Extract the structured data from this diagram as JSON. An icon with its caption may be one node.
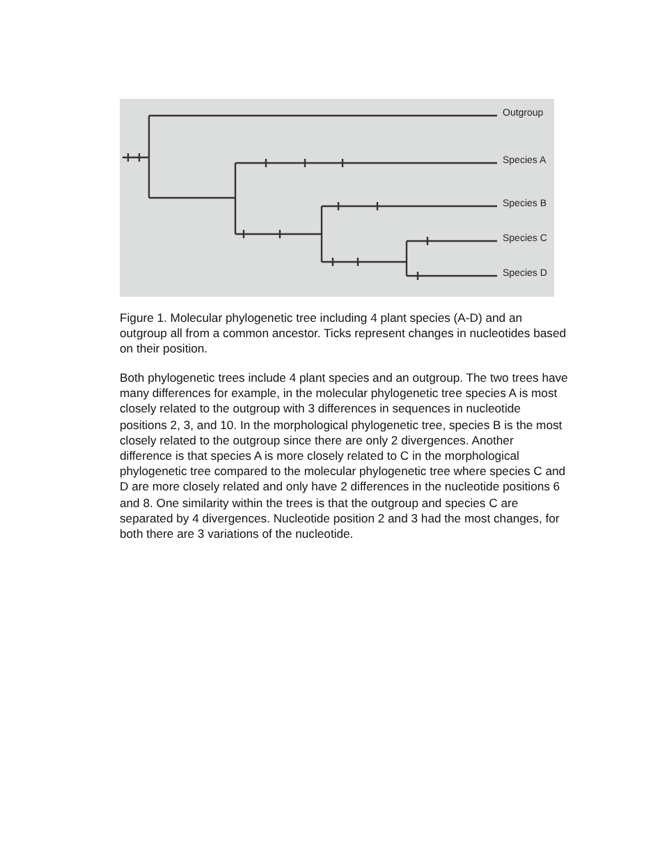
{
  "diagram": {
    "caption": "Figure 1. Molecular phylogenetic tree including 4 plant species (A-D) and an outgroup all from a common ancestor. Ticks represent changes in nucleotides based on their position.",
    "labels": [
      "Outgroup",
      "Species A",
      "Species B",
      "Species C",
      "Species D",
      "Both phylogenetic trees include 4 plant species and an outgroup. The two trees have many differences for example, in the molecular phylogenetic tree species A is most closely related to the outgroup with 3 differences in sequences in nucleotide positions 2, 3, and 10. In the morphological phylogenetic tree, species B is the most closely related to the outgroup since there are only 2 divergences. Another difference is that species A is more closely related to C in the morphological phylogenetic tree compared to the molecular phylogenetic tree where species C and D are more closely related and only have 2 differences in the nucleotide positions 6 and 8. One similarity within the trees is that the outgroup and species C are separated by 4 divergences. Nucleotide position 2 and 3 had the most changes, for both there are 3 variations of the nucleotide."
    ]
  }
}
